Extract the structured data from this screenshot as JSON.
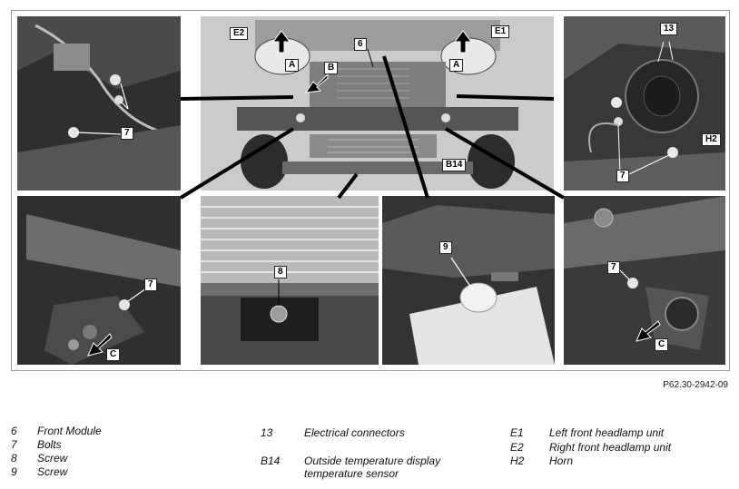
{
  "figure": {
    "callouts": {
      "e2": "E2",
      "e1": "E1",
      "six": "6",
      "a_left": "A",
      "a_right": "A",
      "b": "B",
      "b14": "B14",
      "seven_tl": "7",
      "thirteen": "13",
      "h2": "H2",
      "seven_tr": "7",
      "seven_bl": "7",
      "c_bl": "C",
      "eight": "8",
      "nine": "9",
      "seven_br": "7",
      "c_br": "C"
    },
    "doc_ref": "P62.30-2942-09"
  },
  "legend": [
    {
      "code": "6",
      "text": "Front Module"
    },
    {
      "code": "7",
      "text": "Bolts"
    },
    {
      "code": "8",
      "text": "Screw"
    },
    {
      "code": "9",
      "text": "Screw"
    },
    {
      "code": "13",
      "text": "Electrical connectors"
    },
    {
      "code": "B14",
      "text": "Outside temperature display temperature sensor"
    },
    {
      "code": "E1",
      "text": "Left front headlamp unit"
    },
    {
      "code": "E2",
      "text": "Right front headlamp unit"
    },
    {
      "code": "H2",
      "text": "Horn"
    }
  ]
}
